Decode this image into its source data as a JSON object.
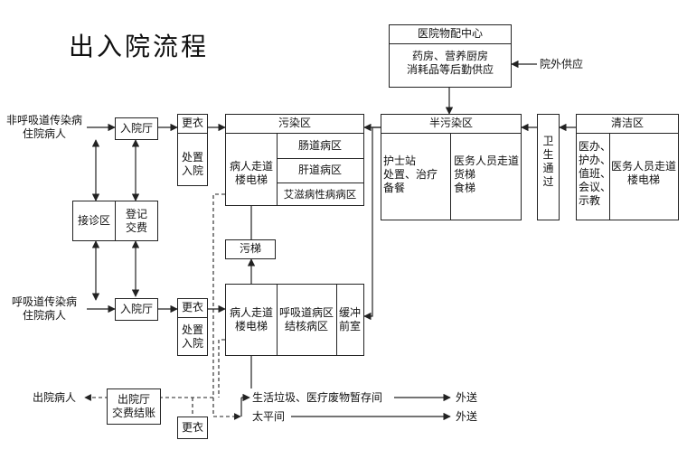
{
  "title": "出入院流程",
  "supply_center": {
    "name": "医院物配中心",
    "detail": "药房、营养厨房\n消耗品等后勤供应",
    "external": "院外供应"
  },
  "inputs": {
    "non_respiratory": "非呼吸道传染病\n住院病人",
    "respiratory": "呼吸道传染病\n住院病人",
    "discharged": "出院病人"
  },
  "left_column": {
    "admission_hall_top": "入院厅",
    "admission_hall_bottom": "入院厅",
    "consult": "接诊区",
    "register": "登记\n交费",
    "discharge_hall": "出院厅\n交费结账"
  },
  "changing": {
    "top": "更衣",
    "top_detail": "处置\n入院",
    "bottom": "更衣",
    "bottom_detail": "处置\n入院",
    "discharge": "更衣"
  },
  "contaminated": {
    "title": "污染区",
    "elevator": "病人走道\n楼电梯",
    "wards": [
      "肠道病区",
      "肝道病区",
      "艾滋病性病病区"
    ],
    "dirty_lift": "污梯",
    "resp_elevator": "病人走道\n楼电梯",
    "resp_ward": "呼吸道病区\n结核病区",
    "buffer": "缓冲\n前室"
  },
  "semi_contaminated": {
    "title": "半污染区",
    "nurse_station": "护士站\n处置、治疗\n备餐",
    "staff_corridor": "医务人员走道\n货梯\n食梯"
  },
  "sanitary_passage": "卫\n生\n通\n过",
  "clean": {
    "title": "清洁区",
    "offices": "医办、\n护办、\n值班、\n会议、\n示教",
    "staff_corridor": "医务人员走道\n楼电梯"
  },
  "waste": {
    "storage": "生活垃圾、医疗废物暂存间",
    "morgue": "太平间",
    "out1": "外送",
    "out2": "外送"
  }
}
